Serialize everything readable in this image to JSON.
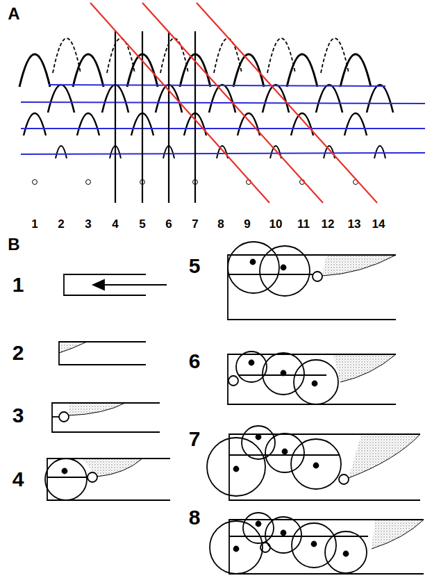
{
  "diagram": {
    "labels": [
      "A",
      "1",
      "2",
      "3",
      "4",
      "5",
      "6",
      "7",
      "8",
      "9",
      "10",
      "11",
      "12",
      "13",
      "14",
      "B",
      "1",
      "5",
      "2",
      "6",
      "3",
      "7",
      "4",
      "8"
    ]
  }
}
